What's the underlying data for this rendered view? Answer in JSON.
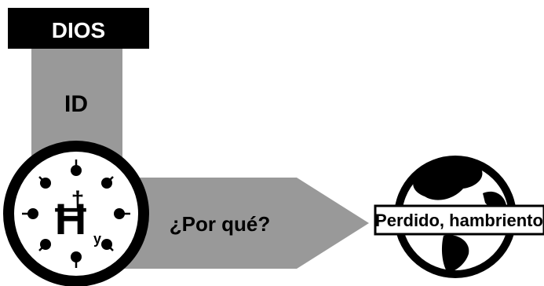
{
  "header_label": "DIOS",
  "vertical_label": "ID",
  "arrow_label": "¿Por qué?",
  "globe_label": "Perdido, hambriento",
  "symbol": {
    "main": "Ħ",
    "cross": "†",
    "subscript": "y"
  },
  "icons": {
    "circle": "wheel-of-points-icon",
    "globe": "globe-icon"
  },
  "colors": {
    "black": "#000000",
    "gray": "#999999",
    "white": "#ffffff"
  }
}
